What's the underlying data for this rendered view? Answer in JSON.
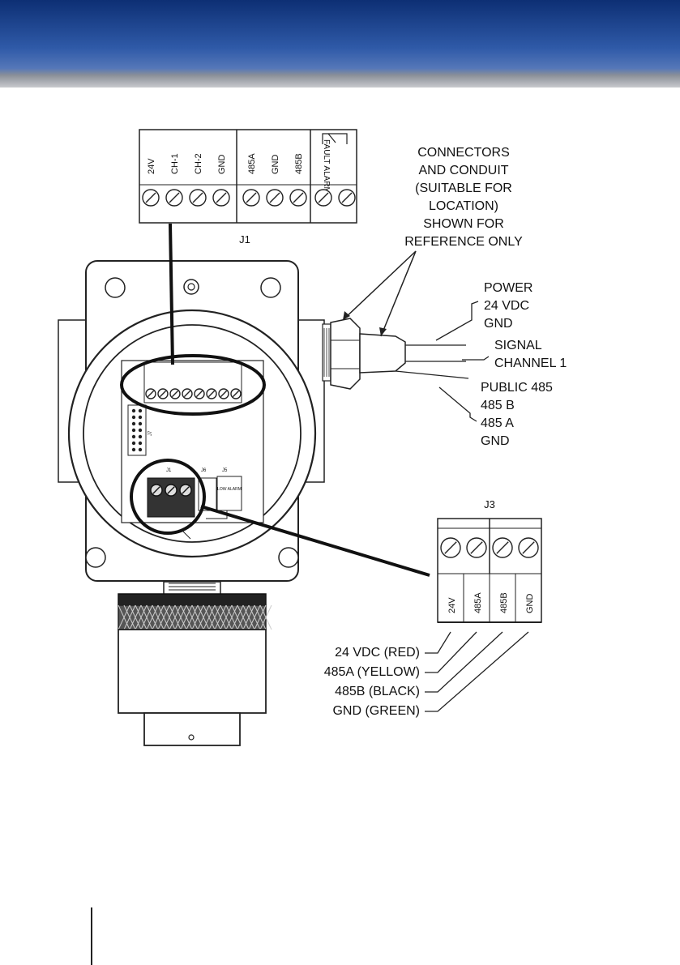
{
  "header": {
    "colors": {
      "top": "#0d2f74",
      "mid": "#3c66b8",
      "bottom": "#b0b4bc"
    }
  },
  "j1": {
    "title": "J1",
    "terminals": [
      "24V",
      "CH-1",
      "CH-2",
      "GND",
      "485A",
      "GND",
      "485B"
    ],
    "fault_alarm": "FAULT ALARM"
  },
  "j3": {
    "title": "J3",
    "terminals": [
      "24V",
      "485A",
      "485B",
      "GND"
    ]
  },
  "connectors_note": [
    "CONNECTORS",
    "AND CONDUIT",
    "(SUITABLE FOR",
    "LOCATION)",
    "SHOWN FOR",
    "REFERENCE ONLY"
  ],
  "power_label": [
    "POWER",
    "24 VDC",
    "GND"
  ],
  "signal_label": [
    "SIGNAL",
    "CHANNEL 1"
  ],
  "public485_label": [
    "PUBLIC 485",
    "485 B",
    "485 A",
    "GND"
  ],
  "wire_colors": [
    "24 VDC (RED)",
    "485A (YELLOW)",
    "485B (BLACK)",
    "GND (GREEN)"
  ],
  "board": {
    "j7": "J7",
    "j1_small": "J1",
    "j6": "J6",
    "j5": "J5",
    "low_alarm": "LOW ALARM"
  }
}
